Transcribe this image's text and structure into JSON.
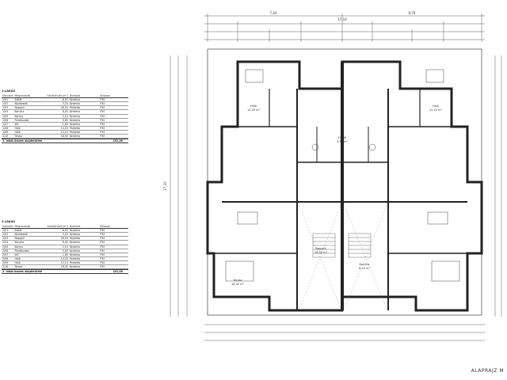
{
  "sheet": {
    "title": "ALAPRAJZ M"
  },
  "tables": [
    {
      "heading": "1.LAKÁS",
      "columns": [
        "Sorszám",
        "Megnevezés",
        "Szintterület (m²)",
        "Burkolat",
        "Bútorok"
      ],
      "rows": [
        [
          "1/01",
          "Előtér",
          "6,55",
          "Kerámia",
          "P30"
        ],
        [
          "1/02",
          "Közlekedő",
          "3,20",
          "Kerámia",
          "P30"
        ],
        [
          "1/03",
          "Nappali",
          "28,50",
          "Parketta",
          "P30"
        ],
        [
          "1/04",
          "Konyha",
          "8,45",
          "Kerámia",
          "P30"
        ],
        [
          "1/05",
          "Kamra",
          "2,10",
          "Kerámia",
          "P30"
        ],
        [
          "1/06",
          "Fürdőszoba",
          "5,85",
          "Kerámia",
          "P30"
        ],
        [
          "1/07",
          "WC",
          "1,60",
          "Kerámia",
          "P30"
        ],
        [
          "1/08",
          "Háló",
          "14,20",
          "Parketta",
          "P30"
        ],
        [
          "1/09",
          "Háló",
          "12,10",
          "Parketta",
          "P30"
        ],
        [
          "1/10",
          "Terasz",
          "18,40",
          "Kerámia",
          "P30"
        ]
      ],
      "total_label": "1. lakás összes alapterülete",
      "total_value": "101,00"
    },
    {
      "heading": "2.LAKÁS",
      "columns": [
        "Sorszám",
        "Megnevezés",
        "Szintterület (m²)",
        "Burkolat",
        "Bútorok"
      ],
      "rows": [
        [
          "2/01",
          "Előtér",
          "6,55",
          "Kerámia",
          "P30"
        ],
        [
          "2/02",
          "Közlekedő",
          "3,20",
          "Kerámia",
          "P30"
        ],
        [
          "2/03",
          "Nappali",
          "28,50",
          "Parketta",
          "P30"
        ],
        [
          "2/04",
          "Konyha",
          "8,45",
          "Kerámia",
          "P30"
        ],
        [
          "2/05",
          "Kamra",
          "2,10",
          "Kerámia",
          "P30"
        ],
        [
          "2/06",
          "Fürdőszoba",
          "5,85",
          "Kerámia",
          "P30"
        ],
        [
          "2/07",
          "WC",
          "1,60",
          "Kerámia",
          "P30"
        ],
        [
          "2/08",
          "Háló",
          "14,20",
          "Parketta",
          "P30"
        ],
        [
          "2/09",
          "Háló",
          "12,10",
          "Parketta",
          "P30"
        ],
        [
          "2/10",
          "Terasz",
          "18,40",
          "Kerámia",
          "P30"
        ]
      ],
      "total_label": "2. lakás összes alapterülete",
      "total_value": "101,00"
    }
  ],
  "dimensions": {
    "top_overall": "17,10",
    "top_halves": [
      "7,44",
      "8,70"
    ],
    "left_overall": "17,10"
  },
  "rooms": [
    {
      "name": "Nappali",
      "area": "28,50 m²"
    },
    {
      "name": "Háló",
      "area": "14,20 m²"
    },
    {
      "name": "Konyha",
      "area": "8,45 m²"
    },
    {
      "name": "Fürdő",
      "area": "5,85 m²"
    },
    {
      "name": "Terasz",
      "area": "18,40 m²"
    },
    {
      "name": "Háló",
      "area": "12,10 m²"
    }
  ]
}
